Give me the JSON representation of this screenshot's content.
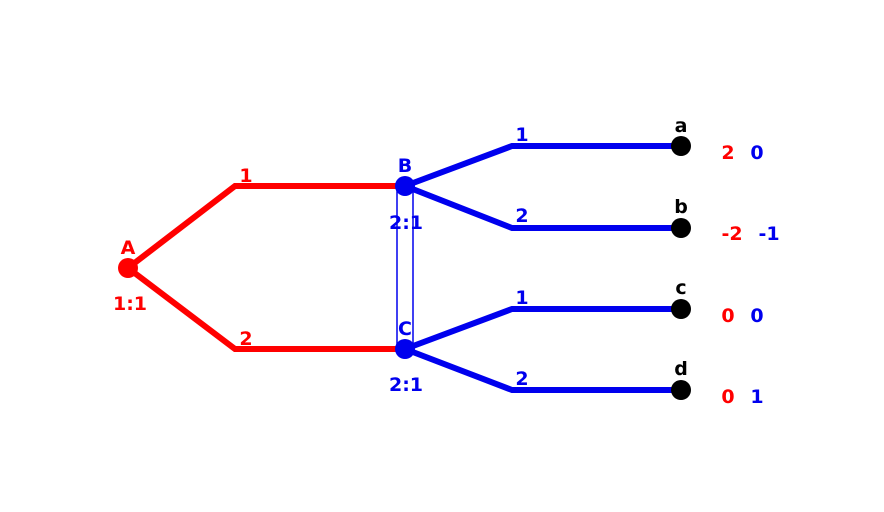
{
  "colors": {
    "player1": "#ff0000",
    "player2": "#0000ee",
    "terminal": "#000000"
  },
  "nodes": {
    "A": {
      "label": "A",
      "info": "1:1"
    },
    "B": {
      "label": "B",
      "info": "2:1"
    },
    "C": {
      "label": "C",
      "info": "2:1"
    }
  },
  "moves": {
    "A": [
      "1",
      "2"
    ],
    "B": [
      "1",
      "2"
    ],
    "C": [
      "1",
      "2"
    ]
  },
  "terminals": [
    {
      "label": "a",
      "payoff1": "2",
      "payoff2": "0"
    },
    {
      "label": "b",
      "payoff1": "-2",
      "payoff2": "-1"
    },
    {
      "label": "c",
      "payoff1": "0",
      "payoff2": "0"
    },
    {
      "label": "d",
      "payoff1": "0",
      "payoff2": "1"
    }
  ]
}
